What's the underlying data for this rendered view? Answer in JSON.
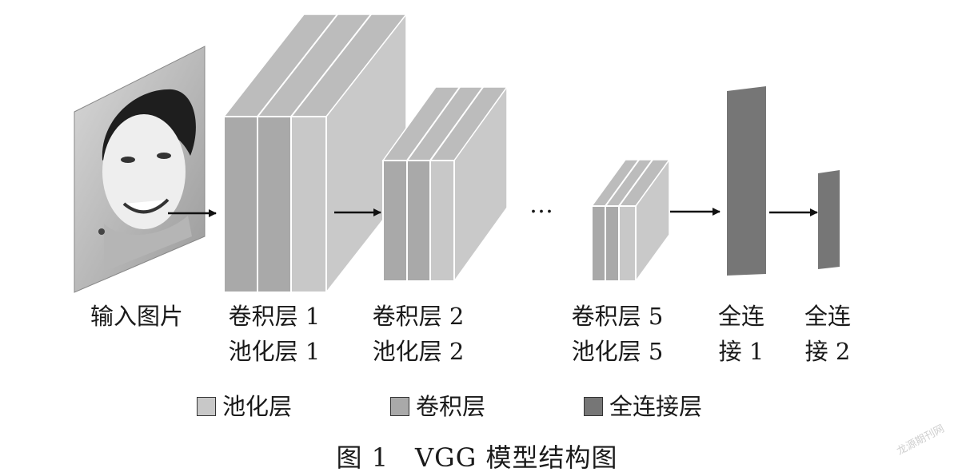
{
  "labels": {
    "input": "输入图片",
    "conv1": "卷积层 1",
    "pool1": "池化层 1",
    "conv2": "卷积层 2",
    "pool2": "池化层 2",
    "conv5": "卷积层 5",
    "pool5": "池化层 5",
    "fc1_line1": "全连",
    "fc1_line2": "接 1",
    "fc2_line1": "全连",
    "fc2_line2": "接 2",
    "ellipsis": "…"
  },
  "legend": {
    "pool": "池化层",
    "conv": "卷积层",
    "fc": "全连接层"
  },
  "caption": "图 1　VGG 模型结构图",
  "watermark": "龙源期刊网",
  "colors": {
    "pool": "#c8c8c8",
    "conv": "#a9a9a9",
    "fc": "#767676",
    "arrow": "#111111"
  }
}
